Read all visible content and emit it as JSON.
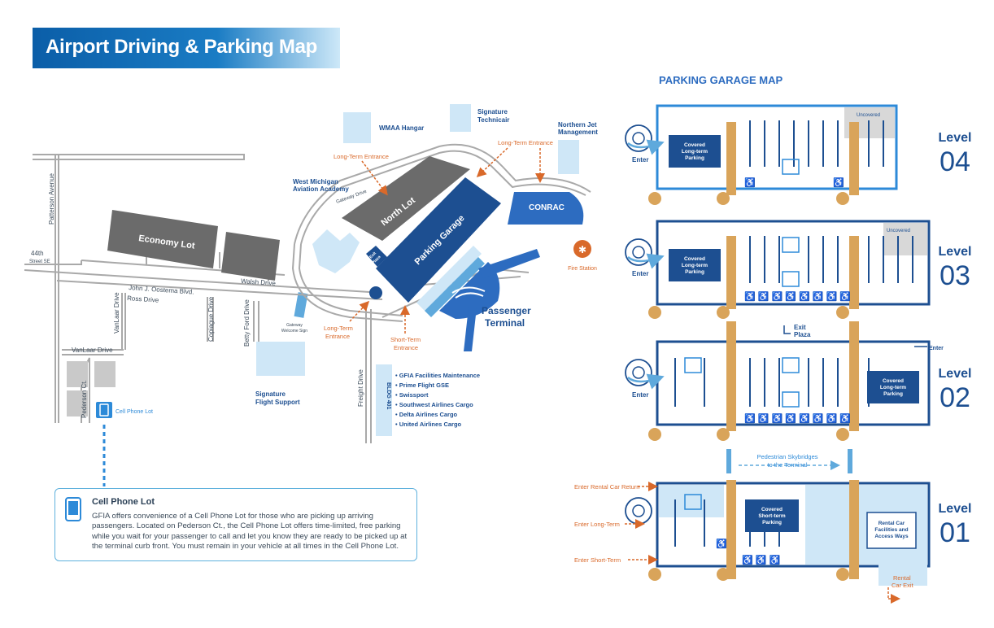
{
  "title": "Airport Driving & Parking Map",
  "colors": {
    "navy": "#1d4f91",
    "blue": "#2d6cc0",
    "light": "#cfe7f7",
    "gray": "#6b6b6b",
    "orange": "#d9692a",
    "road": "#a9a9a9",
    "tan": "#d9a45a"
  },
  "map": {
    "roads": {
      "patterson": "Patterson Avenue",
      "street44": "44th",
      "street44b": "Street SE",
      "oostema": "John J. Oostema Blvd.",
      "ross": "Ross Drive",
      "walsh": "Walsh Drive",
      "vanlaar_v": "VanLaar Drive",
      "vanlaar_h": "VanLaar Drive",
      "pederson": "Pederson Ct.",
      "copiague": "Copiague Drive",
      "betty_ford": "Betty Ford Drive",
      "freight": "Freight Drive",
      "gateway": "Gateway Drive"
    },
    "lots": {
      "economy": "Economy Lot",
      "north": "North Lot",
      "garage": "Parking Garage",
      "conrac": "CONRAC",
      "exit_plaza_line1": "Exit",
      "exit_plaza_line2": "Plaza"
    },
    "buildings": {
      "wmaa": "WMAA Hangar",
      "signature_tech_1": "Signature",
      "signature_tech_2": "Technicair",
      "northern_jet_1": "Northern Jet",
      "northern_jet_2": "Management",
      "wmaa_academy_1": "West Michigan",
      "wmaa_academy_2": "Aviation Academy",
      "fire": "Fire Station",
      "terminal_1": "Passenger",
      "terminal_2": "Terminal",
      "signature_fs_1": "Signature",
      "signature_fs_2": "Flight Support",
      "welcome_1": "Gateway",
      "welcome_2": "Welcome Sign",
      "bldg": "BLDG 401"
    },
    "entrances": {
      "lt_top": "Long-Term Entrance",
      "lt_right": "Long-Term Entrance",
      "lt_bottom_1": "Long-Term",
      "lt_bottom_2": "Entrance",
      "st_1": "Short-Term",
      "st_2": "Entrance"
    },
    "cell_lot": "Cell Phone Lot",
    "tenants": [
      "• GFIA Facilities Maintenance",
      "• Prime Flight GSE",
      "• Swissport",
      "• Southwest Airlines Cargo",
      "• Delta Airlines Cargo",
      "• United Airlines Cargo"
    ]
  },
  "info": {
    "title": "Cell Phone Lot",
    "text": "GFIA offers convenience of a Cell Phone Lot for those who are picking up arriving passengers. Located on Pederson Ct., the Cell Phone Lot offers time-limited, free parking while you wait for your passenger to call and let you know they are ready to be picked up at the terminal curb front. You must remain in your vehicle at all times in the Cell Phone Lot."
  },
  "garage": {
    "title": "PARKING GARAGE MAP",
    "level_word": "Level",
    "levels": [
      {
        "num": "04",
        "box1": "Covered",
        "box2": "Long-term",
        "box3": "Parking",
        "uncovered": "Uncovered",
        "enter": "Enter"
      },
      {
        "num": "03",
        "box1": "Covered",
        "box2": "Long-term",
        "box3": "Parking",
        "uncovered": "Uncovered",
        "enter": "Enter"
      },
      {
        "num": "02",
        "box1": "Covered",
        "box2": "Long-term",
        "box3": "Parking",
        "enter": "Enter",
        "enter_right": "Enter"
      },
      {
        "num": "01",
        "box1": "Covered",
        "box2": "Short-term",
        "box3": "Parking",
        "rental1": "Rental Car",
        "rental2": "Facilities and",
        "rental3": "Access Ways"
      }
    ],
    "skybridge_1": "Pedestrian Skybridges",
    "skybridge_2": "to the Terminal",
    "enter_rental": "Enter Rental Car Return",
    "enter_long": "Enter Long-Term",
    "enter_short": "Enter Short-Term",
    "rental_exit_1": "Rental",
    "rental_exit_2": "Car Exit"
  }
}
